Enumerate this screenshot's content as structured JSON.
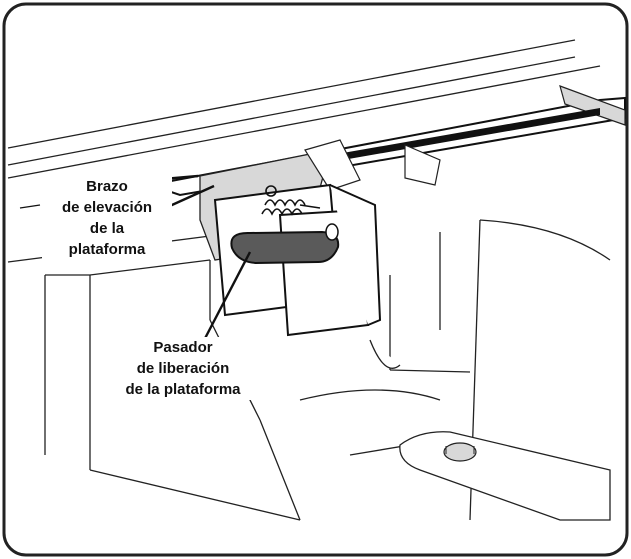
{
  "labels": {
    "lift_arm": {
      "lines": [
        "Brazo",
        "de elevación",
        "de la",
        "plataforma"
      ]
    },
    "release_pin": {
      "lines": [
        "Pasador",
        "de liberación",
        "de la plataforma"
      ]
    }
  },
  "colors": {
    "border": "#222222",
    "line": "#111111",
    "shade": "#d8d8d8",
    "handle": "#5a5a5a"
  }
}
